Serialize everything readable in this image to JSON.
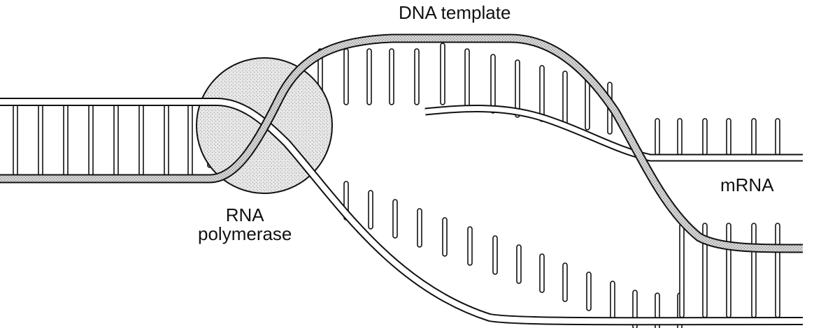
{
  "labels": {
    "dna_template": "DNA template",
    "rna_polymerase_line1": "RNA",
    "rna_polymerase_line2": "polymerase",
    "mrna": "mRNA"
  },
  "colors": {
    "ink": "#111111",
    "background": "#ffffff",
    "stipple_light": "#d8d8d8",
    "stipple_dark": "#8a8a8a"
  }
}
